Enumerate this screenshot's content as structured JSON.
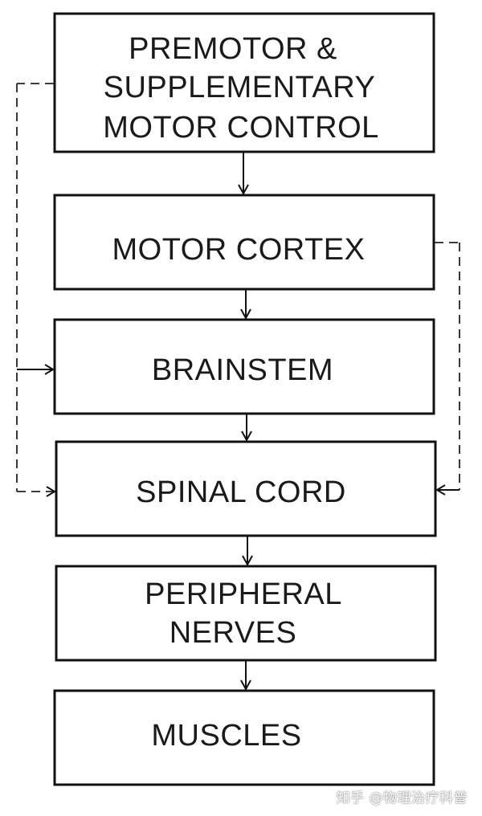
{
  "boxes": [
    {
      "id": "premotor",
      "lines": [
        "PREMOTOR &",
        "SUPPLEMENTARY",
        "MOTOR CONTROL"
      ]
    },
    {
      "id": "motor-cortex",
      "lines": [
        "MOTOR CORTEX"
      ]
    },
    {
      "id": "brainstem",
      "lines": [
        "BRAINSTEM"
      ]
    },
    {
      "id": "spinal-cord",
      "lines": [
        "SPINAL CORD"
      ]
    },
    {
      "id": "peripheral-nerves",
      "lines": [
        "PERIPHERAL",
        "NERVES"
      ]
    },
    {
      "id": "muscles",
      "lines": [
        "MUSCLES"
      ]
    }
  ],
  "connections": [
    {
      "from": "premotor",
      "to": "motor-cortex",
      "style": "solid"
    },
    {
      "from": "motor-cortex",
      "to": "brainstem",
      "style": "solid"
    },
    {
      "from": "brainstem",
      "to": "spinal-cord",
      "style": "solid"
    },
    {
      "from": "spinal-cord",
      "to": "peripheral-nerves",
      "style": "solid"
    },
    {
      "from": "peripheral-nerves",
      "to": "muscles",
      "style": "solid"
    },
    {
      "from": "premotor",
      "to": "brainstem",
      "style": "dashed",
      "side": "left"
    },
    {
      "from": "premotor",
      "to": "spinal-cord",
      "style": "dashed",
      "side": "left"
    },
    {
      "from": "motor-cortex",
      "to": "spinal-cord",
      "style": "dashed",
      "side": "right"
    }
  ],
  "watermark": "知乎 @物理治疗科普"
}
